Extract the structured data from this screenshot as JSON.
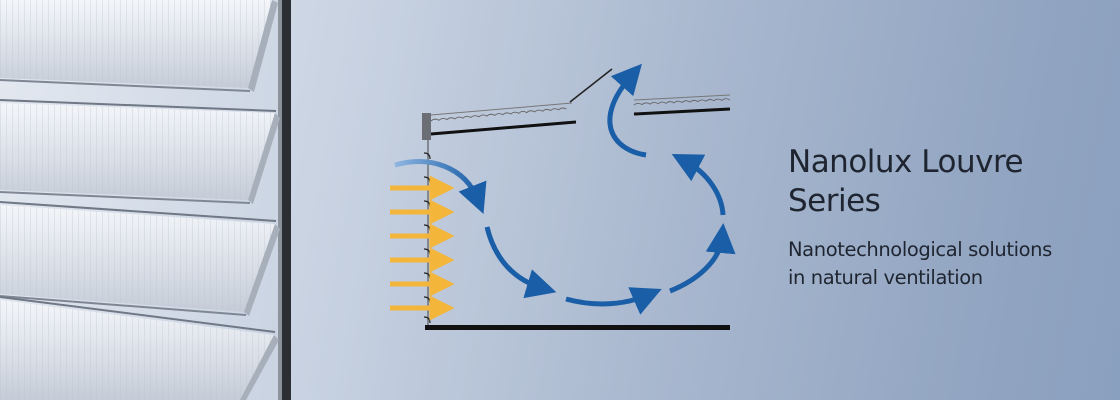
{
  "banner": {
    "title_line1": "Nanolux Louvre",
    "title_line2": "Series",
    "subtitle_line1": "Nanotechnological solutions",
    "subtitle_line2": "in natural ventilation"
  },
  "colors": {
    "airflow_arrow": "#1a5ea8",
    "inflow_arrow": "#f3b53a",
    "structure": "#111111",
    "background_left": "#e3e8f0",
    "background_right": "#8aa0bf"
  },
  "icons": {
    "louvre_panel": "louvre-panel-icon",
    "airflow_arrow": "airflow-arrow-icon",
    "inflow_arrow": "inflow-arrow-icon"
  }
}
